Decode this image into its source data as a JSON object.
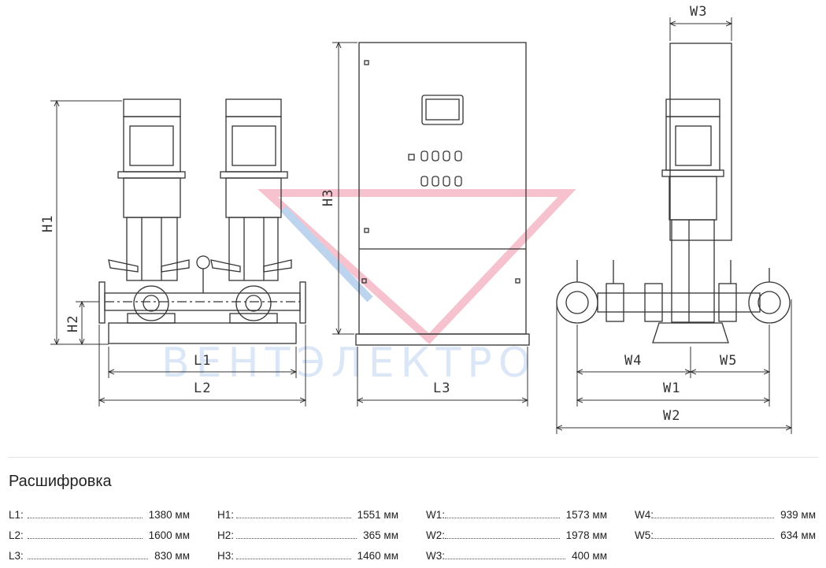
{
  "dimension_labels": {
    "H1": "H1",
    "H2": "H2",
    "H3": "H3",
    "L1": "L1",
    "L2": "L2",
    "L3": "L3",
    "W1": "W1",
    "W2": "W2",
    "W3": "W3",
    "W4": "W4",
    "W5": "W5"
  },
  "watermark": "ВЕНТЭЛЕКТРО",
  "legend": {
    "title": "Расшифровка",
    "items": [
      {
        "key": "L1:",
        "value": "1380 мм"
      },
      {
        "key": "H1:",
        "value": "1551 мм"
      },
      {
        "key": "W1:",
        "value": "1573 мм"
      },
      {
        "key": "W4:",
        "value": "939 мм"
      },
      {
        "key": "L2:",
        "value": "1600 мм"
      },
      {
        "key": "H2:",
        "value": "365 мм"
      },
      {
        "key": "W2:",
        "value": "1978 мм"
      },
      {
        "key": "W5:",
        "value": "634 мм"
      },
      {
        "key": "L3:",
        "value": "830 мм"
      },
      {
        "key": "H3:",
        "value": "1460 мм"
      },
      {
        "key": "W3:",
        "value": "400 мм"
      }
    ]
  },
  "colors": {
    "line": "#333333",
    "watermark_red": "#f3aebd",
    "watermark_blue": "#a8c6ea"
  }
}
